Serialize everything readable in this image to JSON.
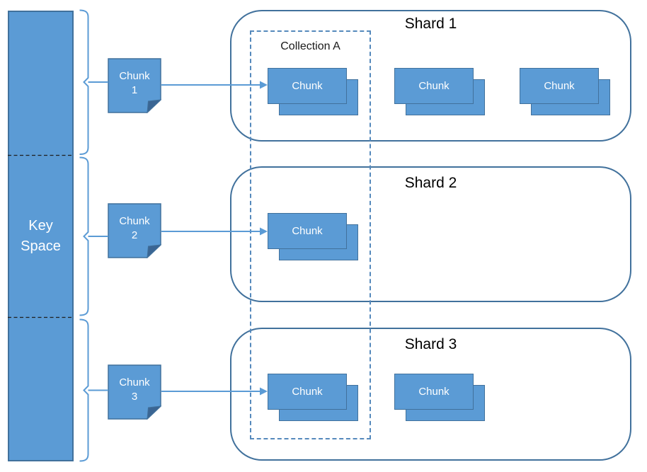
{
  "palette": {
    "shape_fill": "#5B9BD5",
    "shape_border": "#41719C",
    "connector_blue": "#5B9BD5",
    "collection_dash_blue": "#5589BC",
    "divider_black": "#1f1f1f",
    "title_text": "#000000",
    "shape_text": "#ffffff"
  },
  "keyspace": {
    "line1": "Key",
    "line2": "Space"
  },
  "chunk_notes": [
    {
      "line1": "Chunk",
      "line2": "1"
    },
    {
      "line1": "Chunk",
      "line2": "2"
    },
    {
      "line1": "Chunk",
      "line2": "3"
    }
  ],
  "collection": {
    "label": "Collection A"
  },
  "shards": [
    {
      "title": "Shard 1",
      "stacks": [
        "Chunk",
        "Chunk",
        "Chunk"
      ]
    },
    {
      "title": "Shard 2",
      "stacks": [
        "Chunk"
      ]
    },
    {
      "title": "Shard 3",
      "stacks": [
        "Chunk",
        "Chunk"
      ]
    }
  ]
}
